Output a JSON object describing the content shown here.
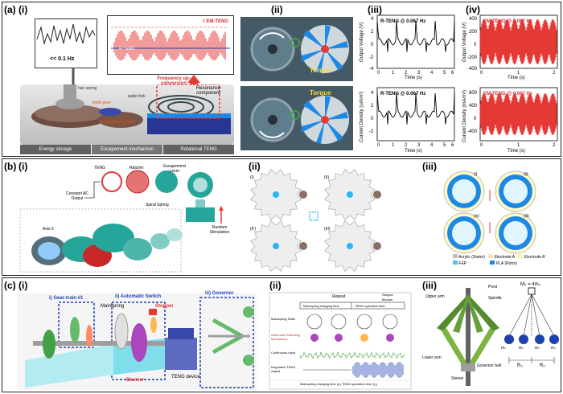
{
  "figure": {
    "row_a": {
      "label": "(a)",
      "panels": {
        "i": {
          "label": "(i)",
          "inset_freq": "<< 0.1 Hz",
          "tau_label": "τ EM-TENG",
          "wave_label": "R-TENG",
          "freq_up": "Frequency up-conversion",
          "resonance": "Resonance component",
          "hair_spring": "hair spring",
          "pallet_fork": "pallet fork",
          "teeth_gear": "teeth gear",
          "escape_wheel": "escapement wheel",
          "footer": [
            "Energy storage",
            "Escapement mechanism",
            "Rotational TENG"
          ]
        },
        "ii": {
          "label": "(ii)",
          "torque": "Torque"
        },
        "iii": {
          "label": "(iii)",
          "top_title": "R-TENG @ 0.067 Hz",
          "bottom_title": "R-TENG @ 0.067 Hz",
          "top_ylabel": "Output Voltage (V)",
          "bottom_ylabel": "Current Density (uA/m²)",
          "xlabel": "Time (s)"
        },
        "iv": {
          "label": "(iv)",
          "top_title": "EM-TENG @ 0.067 Hz",
          "bottom_title": "EM-TENG @ 0.067 Hz",
          "top_ylabel": "Output Voltage (V)",
          "bottom_ylabel": "Current Density (mA/m²)",
          "xlabel": "Time (s)"
        }
      }
    },
    "row_b": {
      "label": "(b)",
      "panels": {
        "i": {
          "label": "(i)",
          "teng": "TENG",
          "ratchet": "Ratchet",
          "escapement": "Escapement Lever",
          "constant": "Constant AC Output",
          "spiral": "Spiral Spring",
          "random": "Random Stimulation",
          "axis": "Axis 5"
        },
        "ii": {
          "label": "(ii)",
          "states": [
            "(I)",
            "(II)",
            "(II')",
            "(III)"
          ]
        },
        "iii": {
          "label": "(iii)",
          "states": [
            "(i)",
            "(ii)",
            "(iv)",
            "(iii)"
          ],
          "legend": [
            "Acrylic (Stator)",
            "Electrode A",
            "Electrode A'",
            "FEP",
            "PLA (Rotor)"
          ]
        }
      }
    },
    "row_c": {
      "label": "(c)",
      "panels": {
        "i": {
          "label": "(i)",
          "gear_train": "i) Gear-train #1",
          "auto_switch": "ii) Automatic Switch",
          "mainspring": "Mainspring",
          "stopper": "Stopper",
          "governor": "iii) Governor",
          "blocker": "Blocker",
          "teng_device": "TENG device"
        },
        "ii": {
          "label": "(ii)",
          "repeat": "Repeat",
          "charging": "Mainspring charging time",
          "teng_time": "TENG operation time",
          "row_labels": [
            "Mainspring State",
            "Automatic Switching Mechanism",
            "Continuous Input",
            "Regulated TENG output"
          ],
          "legend": [
            "Stopper",
            "Blocker"
          ],
          "footer": "Mainspring charging time (t₁)   TENG operation time (t₂)"
        },
        "iii": {
          "label": "(iii)",
          "upper_arm": "Upper arm",
          "pivot": "Pivot",
          "spindle": "Spindle",
          "lower_arm": "Lower arm",
          "governor_ball": "Governor ball",
          "sleeve": "Sleeve",
          "formula": "M₀ = 4mₛ",
          "m_labels": [
            "mₛ",
            "mₛ",
            "mₛ",
            "mₛ"
          ],
          "r_labels": [
            "R₀",
            "R₀"
          ]
        }
      }
    },
    "colors": {
      "red": "#e53935",
      "teal": "#26a69a",
      "blue": "#1e88e5",
      "navy": "#1a237e"
    }
  }
}
